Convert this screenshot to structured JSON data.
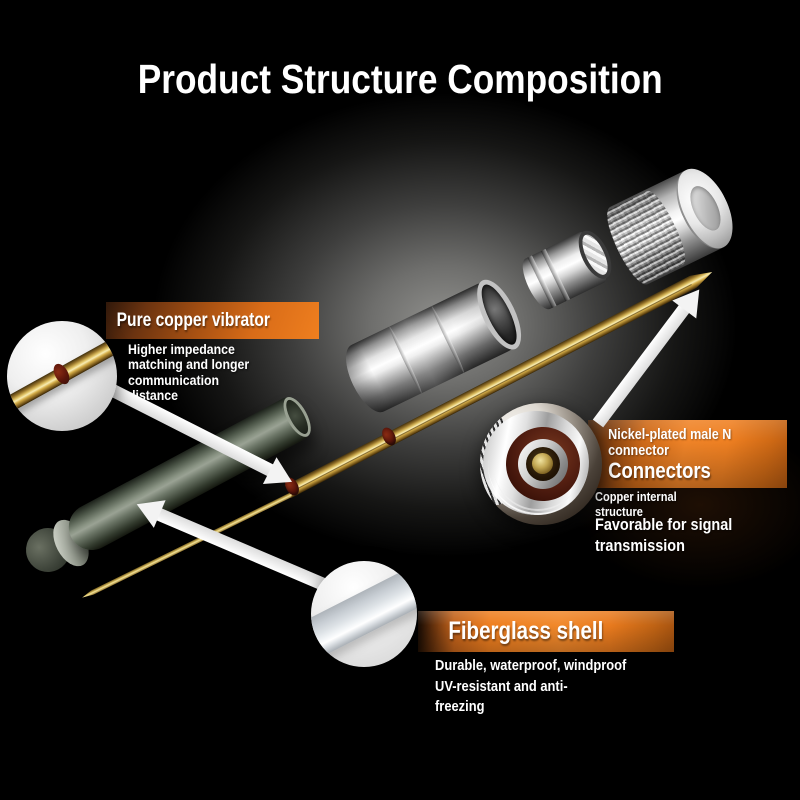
{
  "title": "Product Structure Composition",
  "colors": {
    "background": "#000000",
    "accent_orange": "#ee7c1e",
    "text": "#ffffff",
    "copper_gold": "#d9b954",
    "metal_silver": "#d8d8d8",
    "shell_gray": "#6b7566"
  },
  "icons": {
    "callout_arrow": "white-triangle-arrow",
    "closeup_lens": "magnifier-circle"
  },
  "callouts": {
    "copper": {
      "label": "Pure copper vibrator",
      "description": "Higher impedance\nmatching and longer\ncommunication\ndistance"
    },
    "connector": {
      "label": "Nickel-plated male N\nconnector",
      "label_strong": "Connectors",
      "description_small": "Copper internal\nstructure",
      "description": "Favorable for signal\ntransmission"
    },
    "shell": {
      "label": "Fiberglass shell",
      "description": "Durable, waterproof, windproof\nUV-resistant and anti-\nfreezing"
    }
  }
}
